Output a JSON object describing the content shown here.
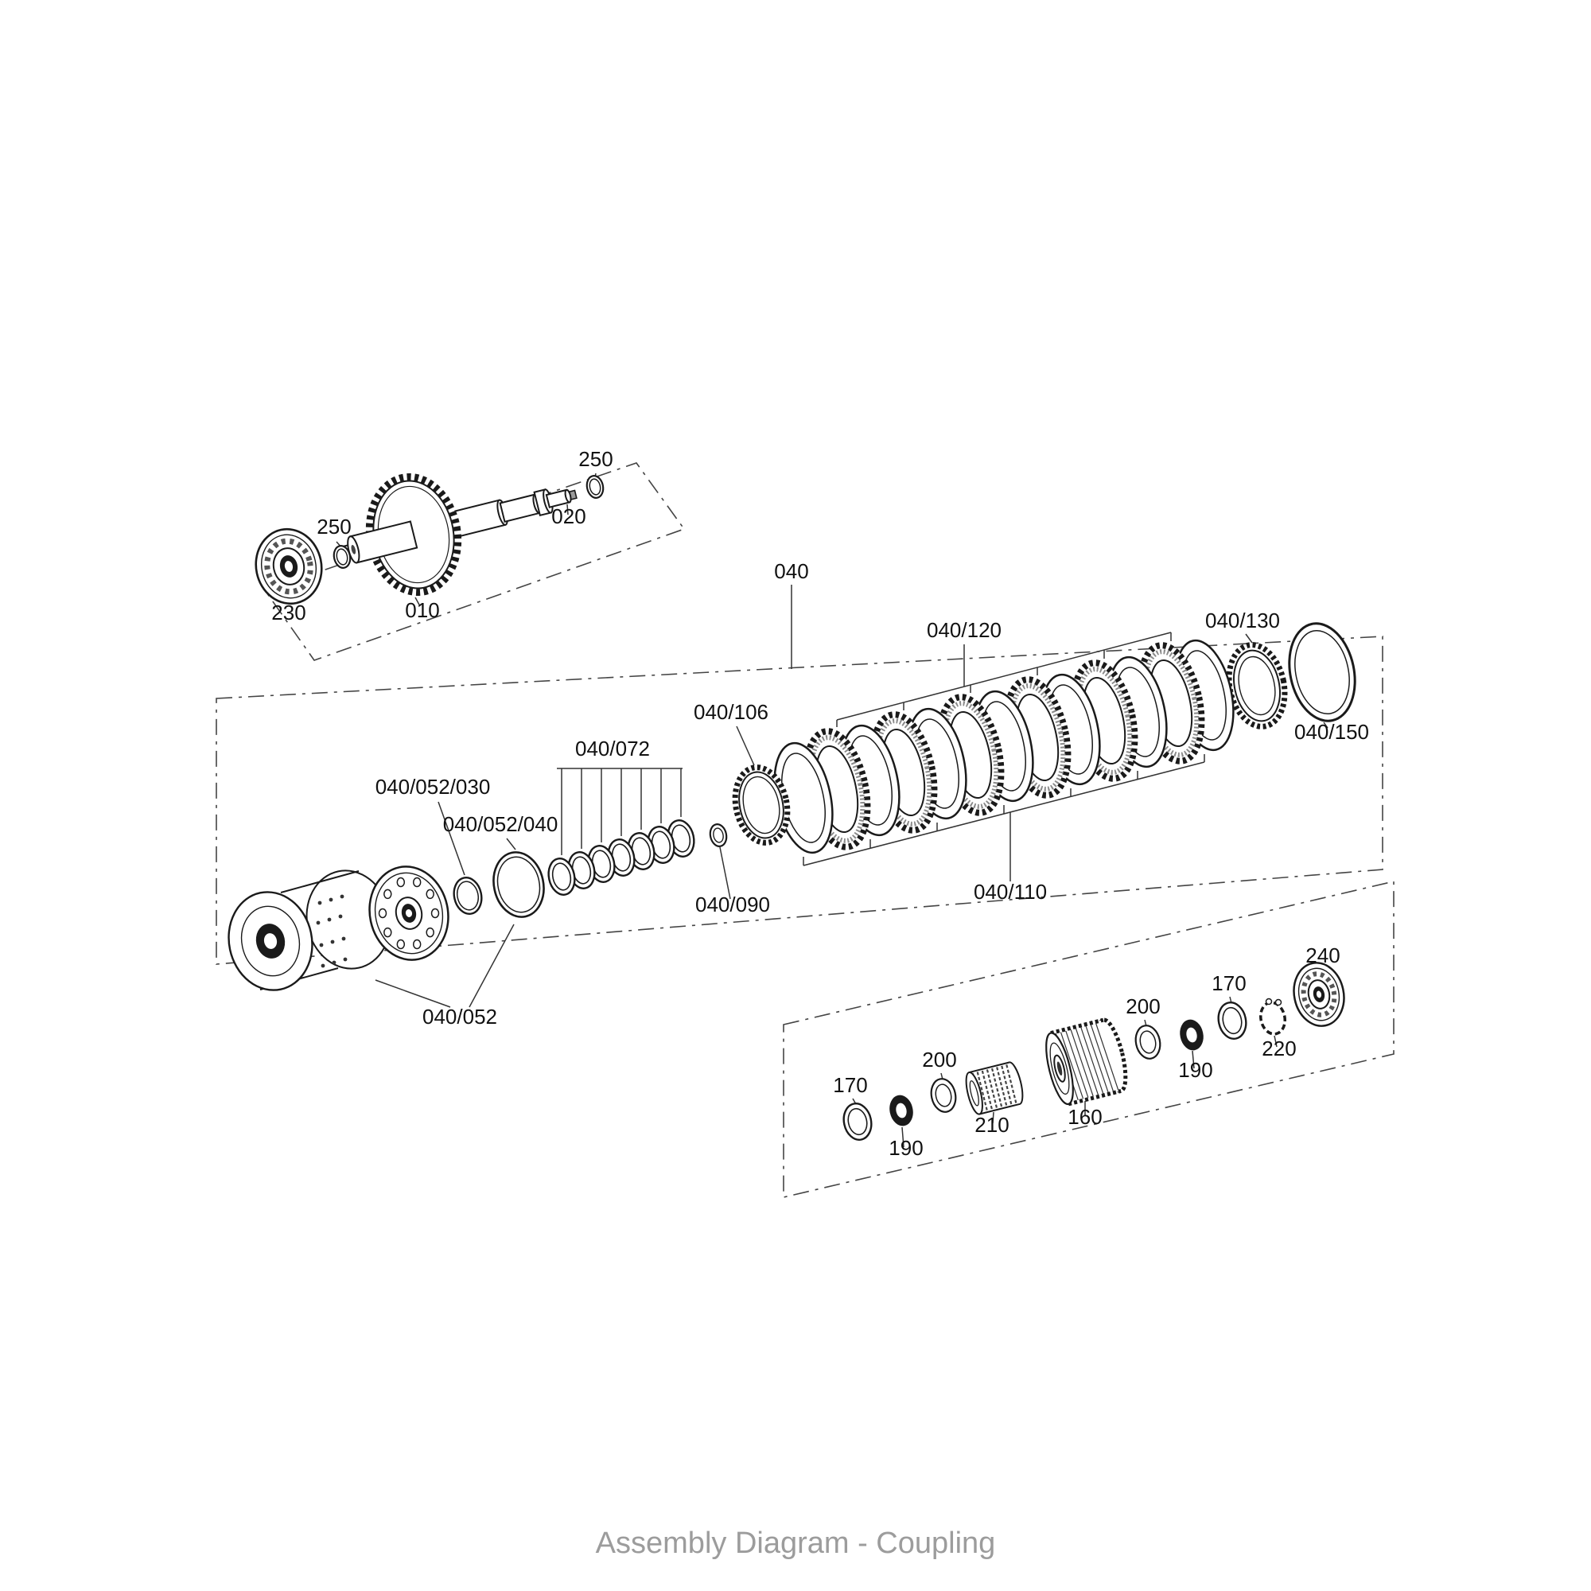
{
  "title": "Assembly Diagram - Coupling",
  "colors": {
    "line": "#1a1a1a",
    "leader": "#333333",
    "boundary": "#444444",
    "title": "#9c9c9c"
  },
  "labels": {
    "l230": "230",
    "l250a": "250",
    "l010": "010",
    "l020": "020",
    "l250b": "250",
    "l040": "040",
    "l040_052": "040/052",
    "l040_052_030": "040/052/030",
    "l040_052_040": "040/052/040",
    "l040_072": "040/072",
    "l040_090": "040/090",
    "l040_106": "040/106",
    "l040_110": "040/110",
    "l040_120": "040/120",
    "l040_130": "040/130",
    "l040_150": "040/150",
    "l160": "160",
    "l170a": "170",
    "l170b": "170",
    "l190a": "190",
    "l190b": "190",
    "l200a": "200",
    "l200b": "200",
    "l210": "210",
    "l220": "220",
    "l240": "240"
  }
}
